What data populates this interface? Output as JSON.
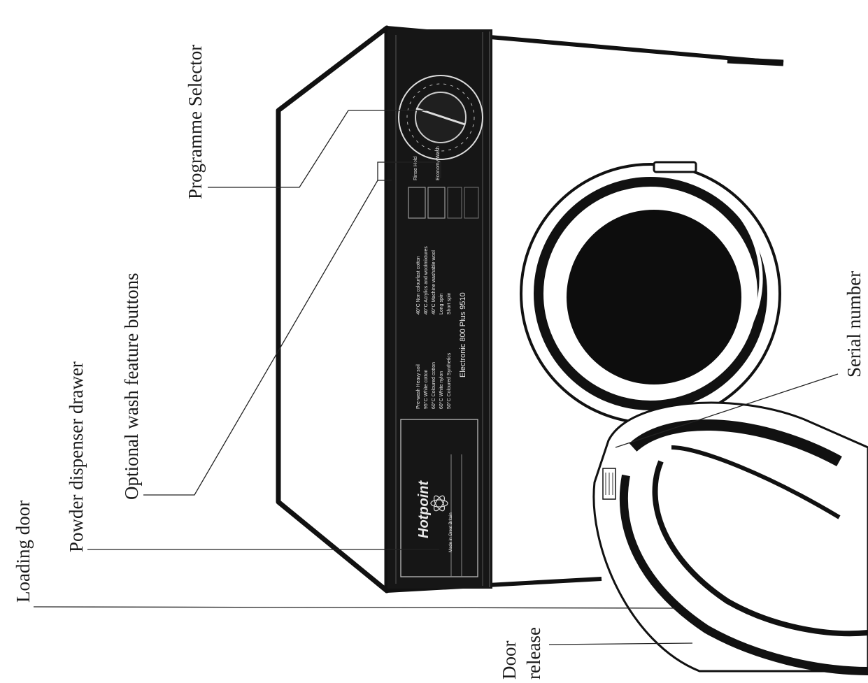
{
  "labels": {
    "loading_door": "Loading door",
    "powder_drawer": "Powder dispenser drawer",
    "optional_buttons": "Optional wash feature buttons",
    "programme_selector": "Programme Selector",
    "serial_number": "Serial number",
    "door_release_line1": "Door",
    "door_release_line2": "release"
  },
  "panel": {
    "brand": "Hotpoint",
    "model_line": "Electronic 800 Plus 9510",
    "model_small": "Made in Great Britain",
    "button_rinse_hold": "Rinse Hold",
    "button_economy_wash": "Economy Wash",
    "programmes_left": [
      "Pre-wash Heavy soil",
      "95°C White cotton",
      "60°C Coloured cotton",
      "60°C White nylon",
      "50°C Coloured Synthetics"
    ],
    "programmes_right": [
      "40°C Non colourfast cotton",
      "40°C Acrylics and woolmixtures",
      "40°C Machine washable wool",
      "Long spin",
      "Short spin"
    ]
  },
  "colors": {
    "panel": "#161616",
    "ink": "#1a1a1a",
    "paper": "#ffffff"
  }
}
